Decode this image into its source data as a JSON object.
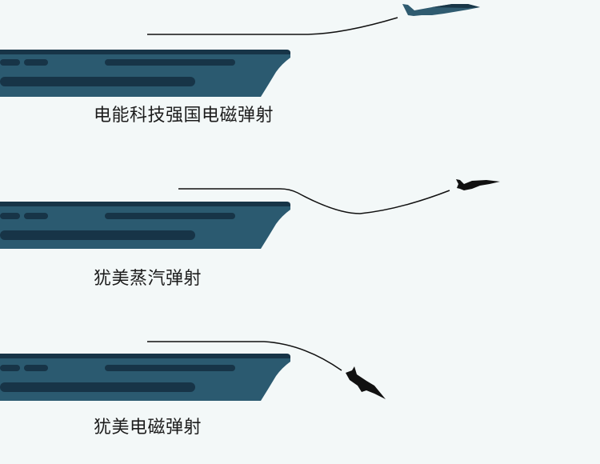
{
  "colors": {
    "background": "#f3f8f8",
    "ship_hull": "#2b5a70",
    "ship_deck": "#173447",
    "ship_slot": "#173447",
    "jet_blue": "#2f5b70",
    "jet_black": "#111111",
    "trajectory": "#111111"
  },
  "panels": [
    {
      "caption": "电能科技强国电磁弹射",
      "jet_style": "blue-stealth-climbing"
    },
    {
      "caption": "犹美蒸汽弹射",
      "jet_style": "black-fighter-dip-then-climb"
    },
    {
      "caption": "犹美电磁弹射",
      "jet_style": "black-fighter-nose-down"
    }
  ]
}
